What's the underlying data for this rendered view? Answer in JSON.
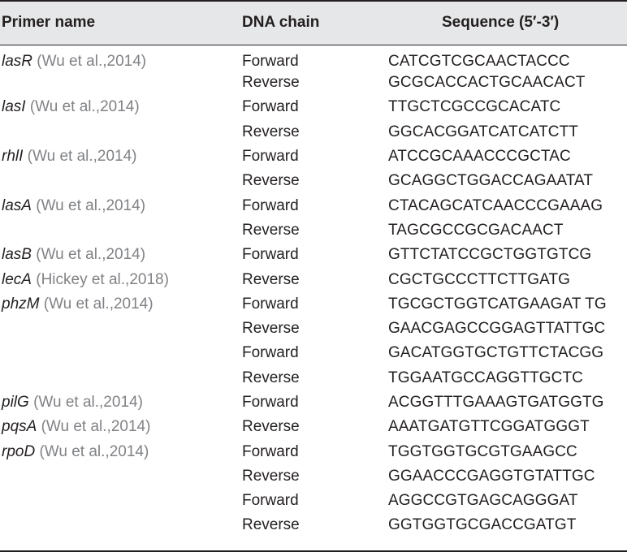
{
  "header": {
    "primer_name": "Primer name",
    "dna_chain": "DNA chain",
    "sequence": "Sequence (5′-3′)"
  },
  "rows": [
    {
      "gene": "lasR",
      "ref": " (Wu et al.,2014)",
      "chain": "Forward",
      "sequence": "CATCGTCGCAACTACCC"
    },
    {
      "gene": "",
      "ref": "",
      "chain": "Reverse",
      "sequence": "GCGCACCACTGCAACACT"
    },
    {
      "gene": "lasI",
      "ref": " (Wu et al.,2014)",
      "chain": "Forward",
      "sequence": "TTGCTCGCCGCACATC"
    },
    {
      "gene": "",
      "ref": "",
      "chain": "Reverse",
      "sequence": "GGCACGGATCATCATCTT"
    },
    {
      "gene": "rhlI",
      "ref": " (Wu et al.,2014)",
      "chain": "Forward",
      "sequence": "ATCCGCAAACCCGCTAC"
    },
    {
      "gene": "",
      "ref": "",
      "chain": "Reverse",
      "sequence": "GCAGGCTGGACCAGAATAT"
    },
    {
      "gene": "lasA",
      "ref": " (Wu et al.,2014)",
      "chain": "Forward",
      "sequence": "CTACAGCATCAACCCGAAAG"
    },
    {
      "gene": "",
      "ref": "",
      "chain": "Reverse",
      "sequence": "TAGCGCCGCGACAACT"
    },
    {
      "gene": "lasB",
      "ref": " (Wu et al.,2014)",
      "chain": "Forward",
      "sequence": "GTTCTATCCGCTGGTGTCG"
    },
    {
      "gene": "lecA",
      "ref": " (Hickey et al.,2018)",
      "chain": "Reverse",
      "sequence": "CGCTGCCCTTCTTGATG"
    },
    {
      "gene": "phzM",
      "ref": " (Wu et al.,2014)",
      "chain": "Forward",
      "sequence": "TGCGCTGGTCATGAAGAT TG"
    },
    {
      "gene": "",
      "ref": "",
      "chain": "Reverse",
      "sequence": "GAACGAGCCGGAGTTATTGC"
    },
    {
      "gene": "",
      "ref": "",
      "chain": "Forward",
      "sequence": "GACATGGTGCTGTTCTACGG"
    },
    {
      "gene": "",
      "ref": "",
      "chain": "Reverse",
      "sequence": "TGGAATGCCAGGTTGCTC"
    },
    {
      "gene": "pilG",
      "ref": " (Wu et al.,2014)",
      "chain": "Forward",
      "sequence": "ACGGTTTGAAAGTGATGGTG"
    },
    {
      "gene": "pqsA",
      "ref": " (Wu et al.,2014)",
      "chain": "Reverse",
      "sequence": "AAATGATGTTCGGATGGGT"
    },
    {
      "gene": "rpoD",
      "ref": " (Wu et al.,2014)",
      "chain": "Forward",
      "sequence": "TGGTGGTGCGTGAAGCC"
    },
    {
      "gene": "",
      "ref": "",
      "chain": "Reverse",
      "sequence": "GGAACCCGAGGTGTATTGC"
    },
    {
      "gene": "",
      "ref": "",
      "chain": "Forward",
      "sequence": "AGGCCGTGAGCAGGGAT"
    },
    {
      "gene": "",
      "ref": "",
      "chain": "Reverse",
      "sequence": "GGTGGTGCGACCGATGT"
    }
  ]
}
